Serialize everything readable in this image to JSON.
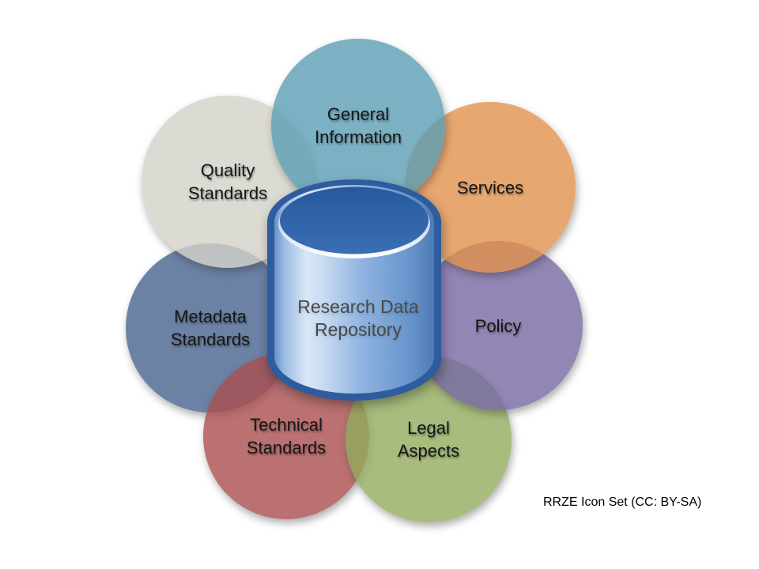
{
  "diagram": {
    "type": "hub-and-spoke",
    "description_visible_text_only": true
  },
  "center": {
    "icon": "database-cylinder-icon",
    "label": "Research Data\nRepository",
    "text_color": "#4A4A4A",
    "border_color": "#2E5C9E",
    "top_face_color": "#2E64AB",
    "body_color": "#8FB3E0"
  },
  "circles": [
    {
      "id": "metadata-standards",
      "label": "Metadata\nStandards",
      "color": "#46638F",
      "rgba": "rgba(70,99,143,0.8)"
    },
    {
      "id": "quality-standards",
      "label": "Quality\nStandards",
      "color": "#D3D2C8",
      "rgba": "rgba(211,210,200,0.8)"
    },
    {
      "id": "technical-standards",
      "label": "Technical\nStandards",
      "color": "#AA4E4F",
      "rgba": "rgba(170,78,79,0.8)"
    },
    {
      "id": "legal-aspects",
      "label": "Legal\nAspects",
      "color": "#92AB5D",
      "rgba": "rgba(146,171,93,0.8)"
    },
    {
      "id": "policy",
      "label": "Policy",
      "color": "#7768A3",
      "rgba": "rgba(119,104,163,0.8)"
    },
    {
      "id": "services",
      "label": "Services",
      "color": "#E1914C",
      "rgba": "rgba(225,145,76,0.8)"
    },
    {
      "id": "general-information",
      "label": "General\nInformation",
      "color": "#5B9EB4",
      "rgba": "rgba(91,158,180,0.8)"
    }
  ],
  "credit": {
    "text": "RRZE Icon Set (CC: BY-SA)"
  }
}
